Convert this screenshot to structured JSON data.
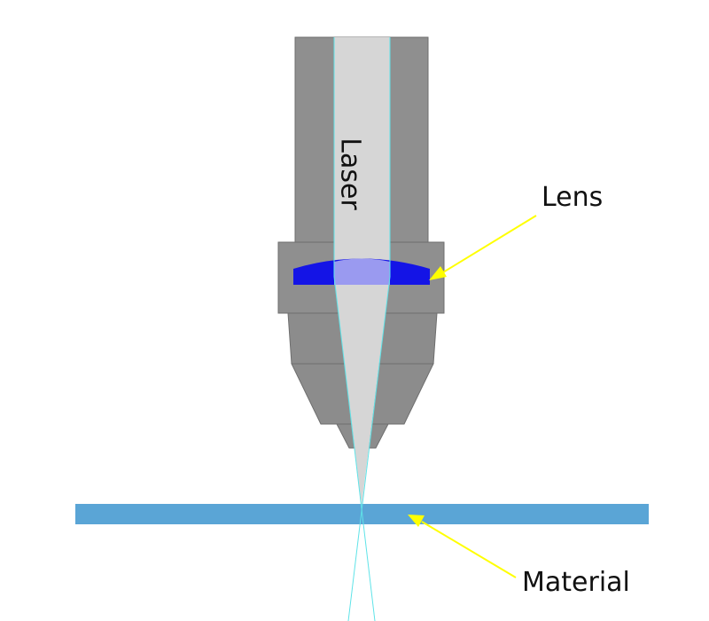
{
  "labels": {
    "laser": "Laser",
    "lens": "Lens",
    "material": "Material"
  },
  "colors": {
    "housing": "#8f8f8f",
    "housing_edge": "#6e6e6e",
    "nozzle": "#8c8c8c",
    "beam_fill": "#d6d6d6",
    "beam_edge": "#5fe3e8",
    "lens_fill": "#1414e6",
    "lens_highlight": "#9a9af0",
    "material": "#5aa5d6",
    "arrow": "#ffff00"
  }
}
